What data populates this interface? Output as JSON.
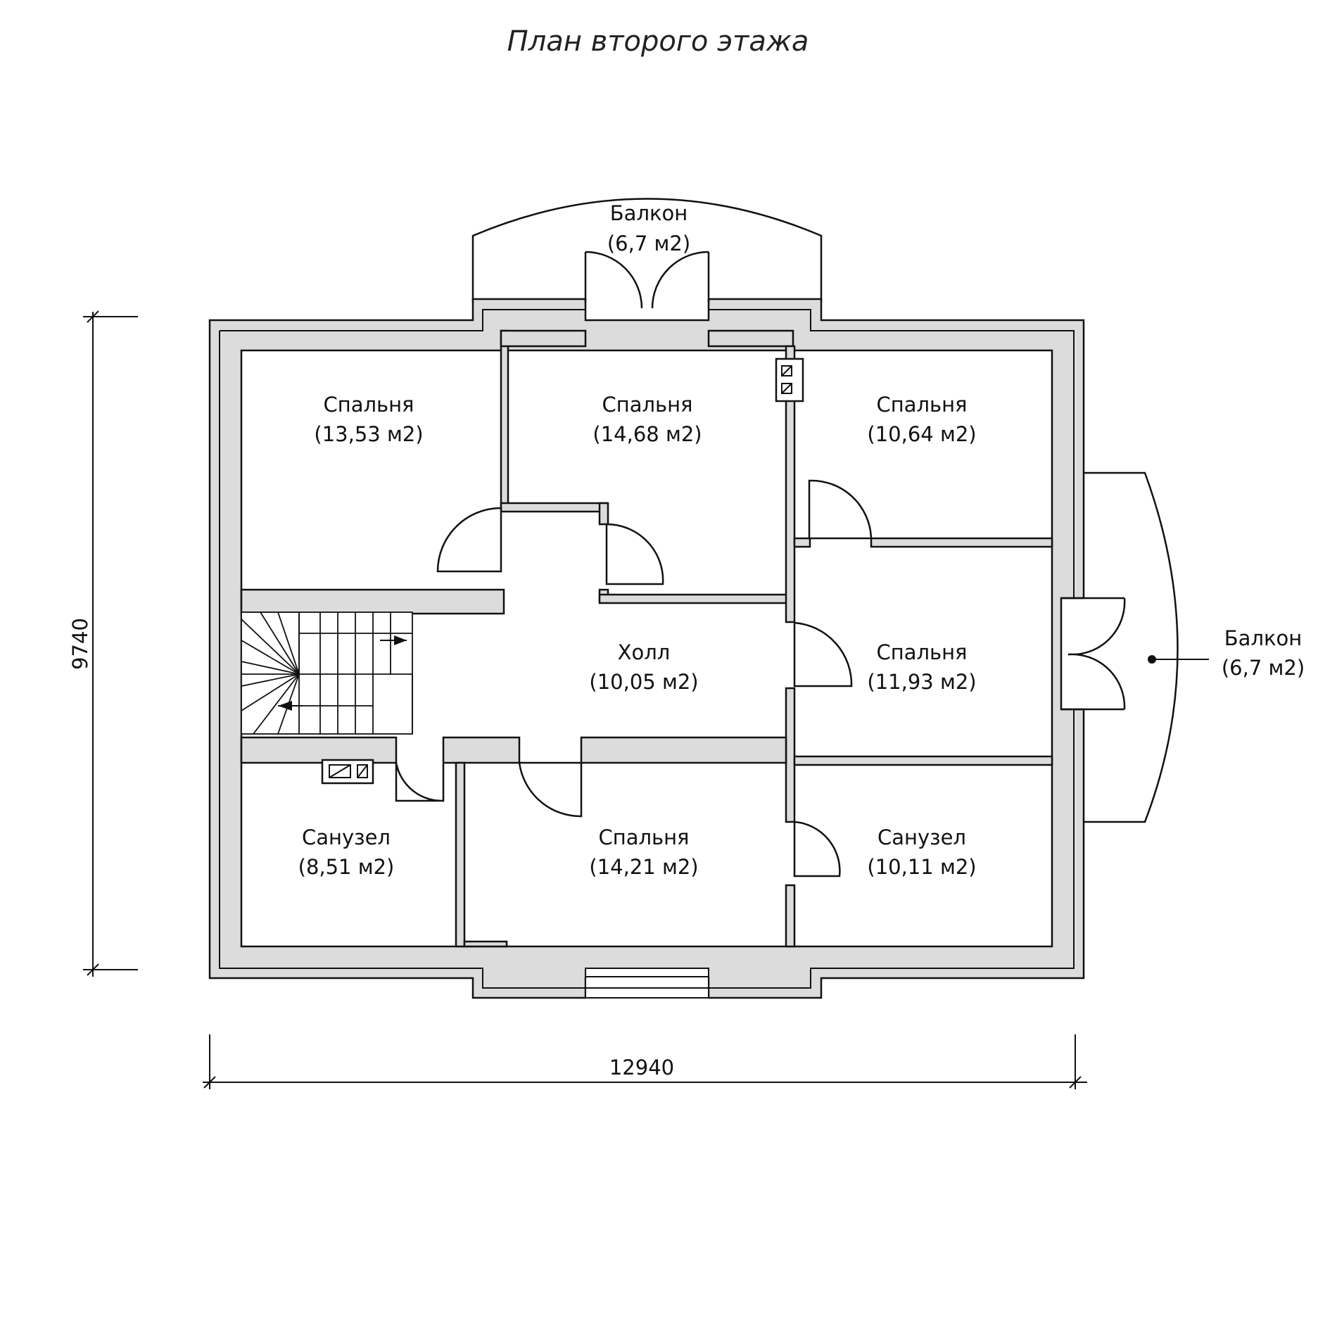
{
  "plan": {
    "title": "План второго этажа",
    "dimensions": {
      "height": "9740",
      "width": "12940"
    },
    "rooms": [
      {
        "name": "Балкон",
        "area": "(6,7 м2)"
      },
      {
        "name": "Спальня",
        "area": "(13,53 м2)"
      },
      {
        "name": "Спальня",
        "area": "(14,68 м2)"
      },
      {
        "name": "Спальня",
        "area": "(10,64 м2)"
      },
      {
        "name": "Холл",
        "area": "(10,05 м2)"
      },
      {
        "name": "Спальня",
        "area": "(11,93 м2)"
      },
      {
        "name": "Балкон",
        "area": "(6,7 м2)"
      },
      {
        "name": "Санузел",
        "area": "(8,51 м2)"
      },
      {
        "name": "Спальня",
        "area": "(14,21 м2)"
      },
      {
        "name": "Санузел",
        "area": "(10,11 м2)"
      }
    ]
  }
}
